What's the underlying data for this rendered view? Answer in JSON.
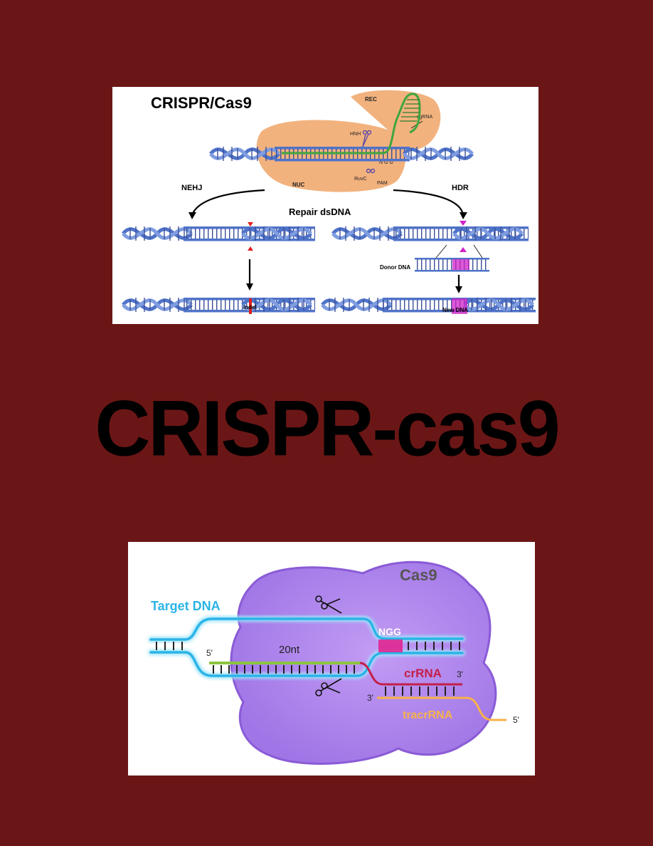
{
  "title": "CRISPR-cas9",
  "top_diagram": {
    "heading": "CRISPR/Cas9",
    "labels": {
      "rec": "REC",
      "sgrna": "sgRNA",
      "hnh": "HNH",
      "ngg": "N G G",
      "nuc": "NUC",
      "ruvc": "RuvC",
      "pam": "PAM",
      "nehj": "NEHJ",
      "hdr": "HDR",
      "repair": "Repair dsDNA",
      "donor": "Donor DNA",
      "indel": "indel",
      "new_dna": "New DNA"
    },
    "colors": {
      "protein": "#f2b27e",
      "dna": "#4f73c9",
      "sgrna": "#3ea53e",
      "indel": "#e02020",
      "hdr": "#d021c7"
    }
  },
  "bottom_diagram": {
    "labels": {
      "cas9": "Cas9",
      "target_dna": "Target DNA",
      "ngg": "NGG",
      "five_prime_left": "5'",
      "twenty_nt": "20nt",
      "crrna": "crRNA",
      "three_prime_crrna": "3'",
      "three_prime_tracr": "3'",
      "tracrrna": "tracrRNA",
      "five_prime_right": "5'"
    },
    "colors": {
      "protein": "#b488ee",
      "target_dna": "#2bb4e6",
      "crrna": "#c41f48",
      "tracrrna": "#f7b24a",
      "spacer": "#8bc53f",
      "pam": "#e21f8c"
    }
  }
}
